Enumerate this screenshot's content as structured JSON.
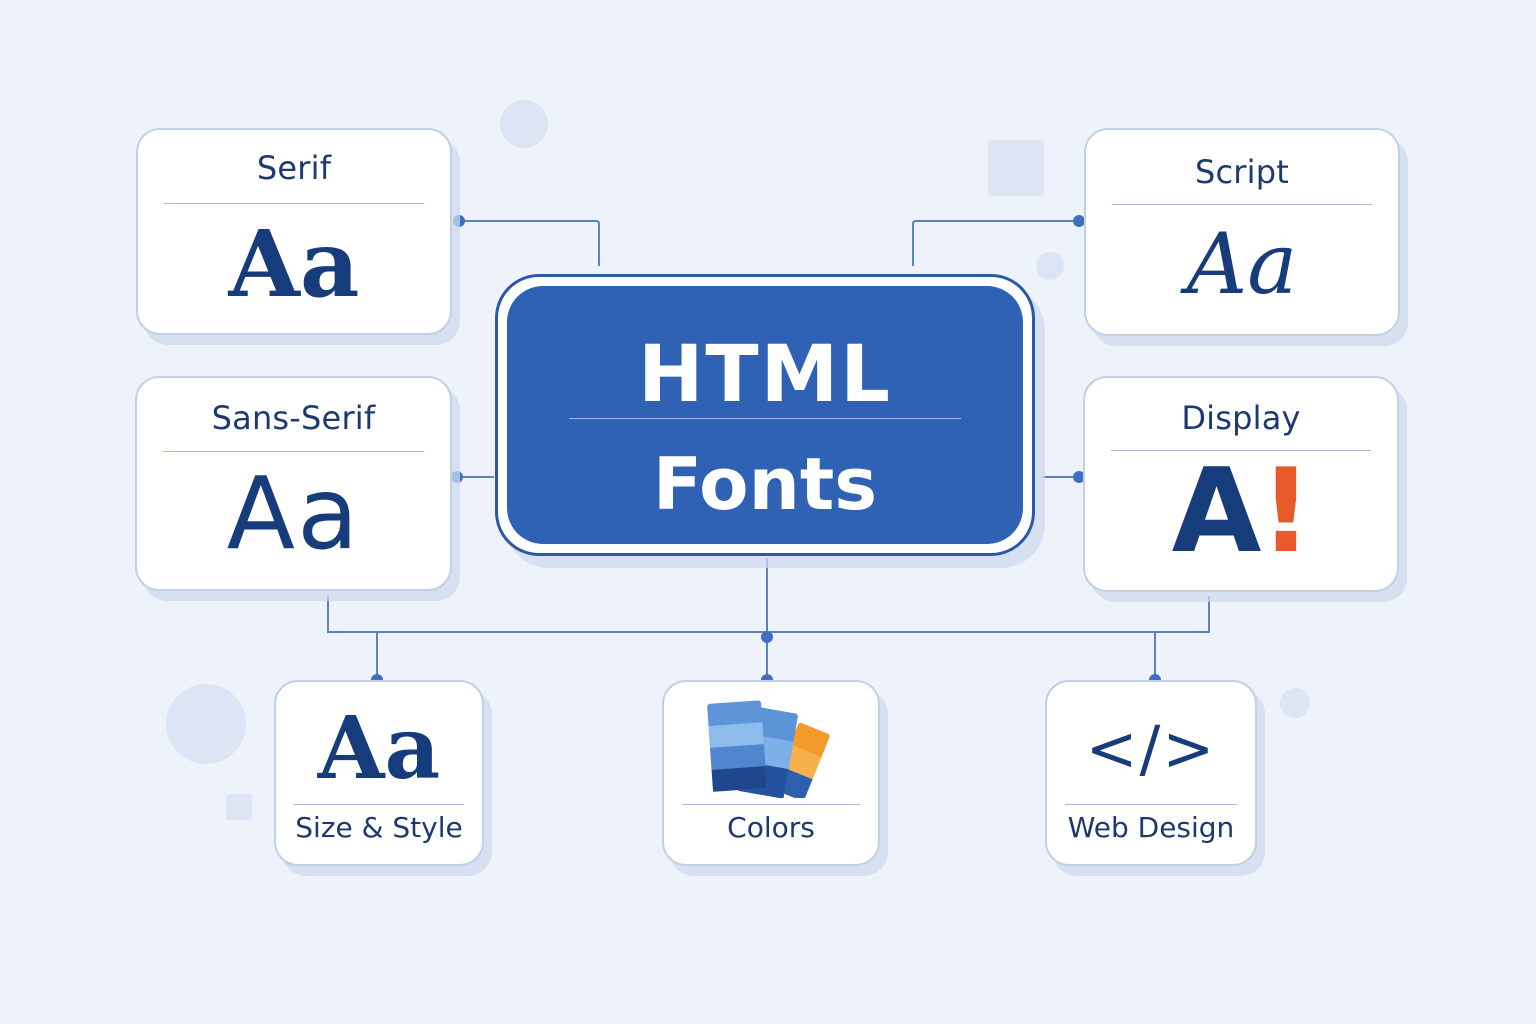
{
  "center": {
    "line1": "HTML",
    "line2": "Fonts"
  },
  "categories": {
    "serif": {
      "title": "Serif",
      "sample": "Aa"
    },
    "sans_serif": {
      "title": "Sans-Serif",
      "sample": "Aa"
    },
    "script": {
      "title": "Script",
      "sample": "Aa"
    },
    "display": {
      "title": "Display",
      "sample": "A",
      "accent": "!"
    }
  },
  "topics": {
    "size_style": {
      "label": "Size & Style",
      "sample": "Aa",
      "icon": "typography-icon"
    },
    "colors": {
      "label": "Colors",
      "icon": "color-swatches-icon"
    },
    "web_design": {
      "label": "Web Design",
      "icon": "code-icon",
      "symbol": "</>"
    }
  },
  "colors": {
    "background": "#eef3fb",
    "primary": "#2f62b4",
    "text": "#1d3a6f",
    "accent": "#e85a2a",
    "connector": "#5a83c2"
  }
}
